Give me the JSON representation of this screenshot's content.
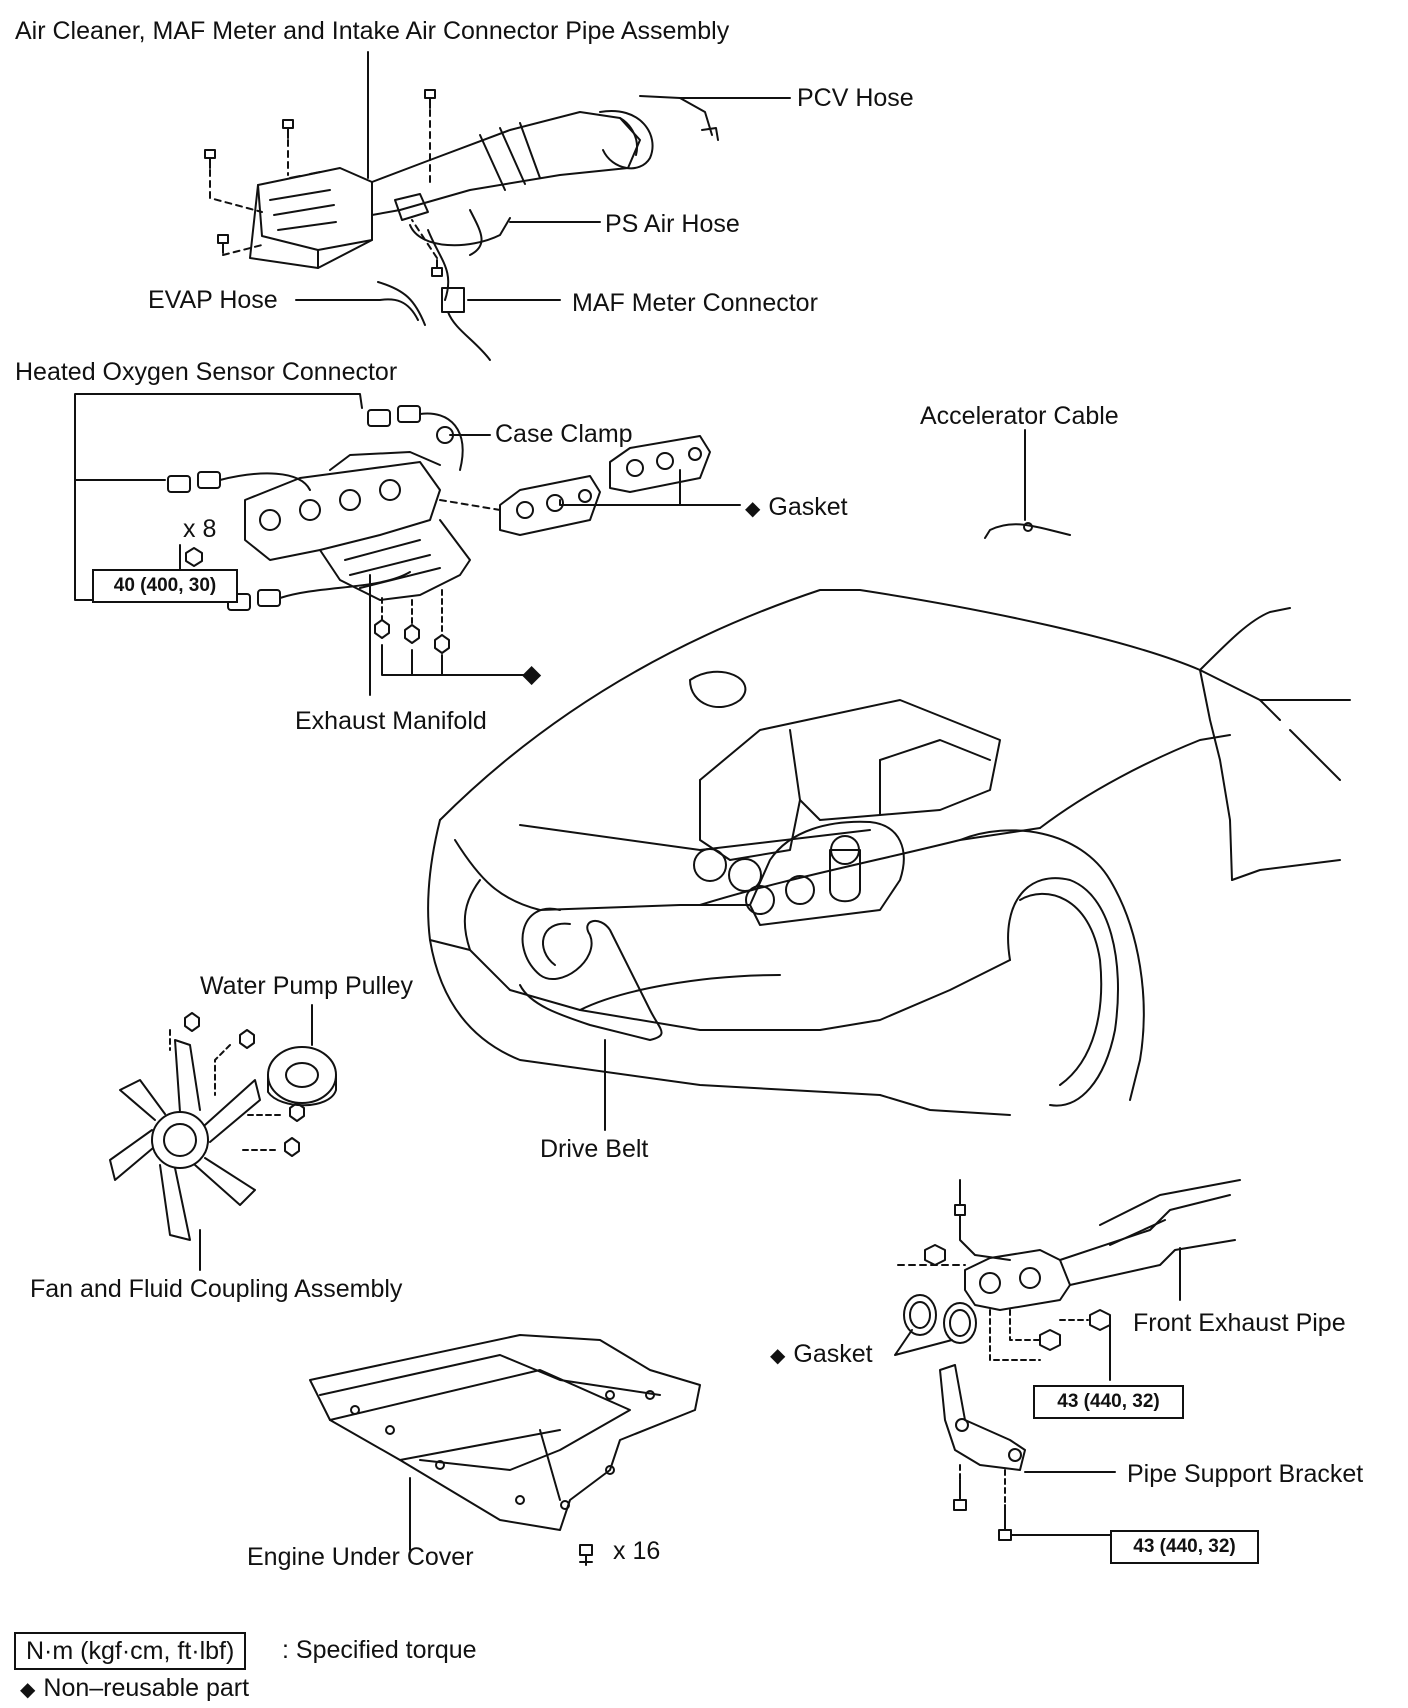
{
  "labels": {
    "air_cleaner": "Air Cleaner, MAF Meter and Intake Air Connector Pipe Assembly",
    "pcv_hose": "PCV Hose",
    "ps_air_hose": "PS Air Hose",
    "evap_hose": "EVAP Hose",
    "maf_connector": "MAF Meter Connector",
    "ho2_connector": "Heated Oxygen Sensor Connector",
    "case_clamp": "Case Clamp",
    "accelerator_cable": "Accelerator Cable",
    "gasket_upper": "Gasket",
    "x8": "x 8",
    "exhaust_manifold": "Exhaust Manifold",
    "water_pump_pulley": "Water Pump Pulley",
    "drive_belt": "Drive Belt",
    "fan_coupling": "Fan and Fluid Coupling Assembly",
    "front_exhaust_pipe": "Front Exhaust Pipe",
    "gasket_lower": "Gasket",
    "pipe_support_bracket": "Pipe Support Bracket",
    "engine_under_cover": "Engine Under Cover",
    "x16": "x 16"
  },
  "torque": {
    "manifold": "40 (400, 30)",
    "exhaust_pipe": "43 (440, 32)",
    "bracket": "43 (440, 32)"
  },
  "legend": {
    "torque_unit": "N·m (kgf·cm, ft·lbf)",
    "torque_desc": ": Specified torque",
    "nonreusable": "Non–reusable part"
  },
  "symbols": {
    "non_reusable": "◆"
  }
}
